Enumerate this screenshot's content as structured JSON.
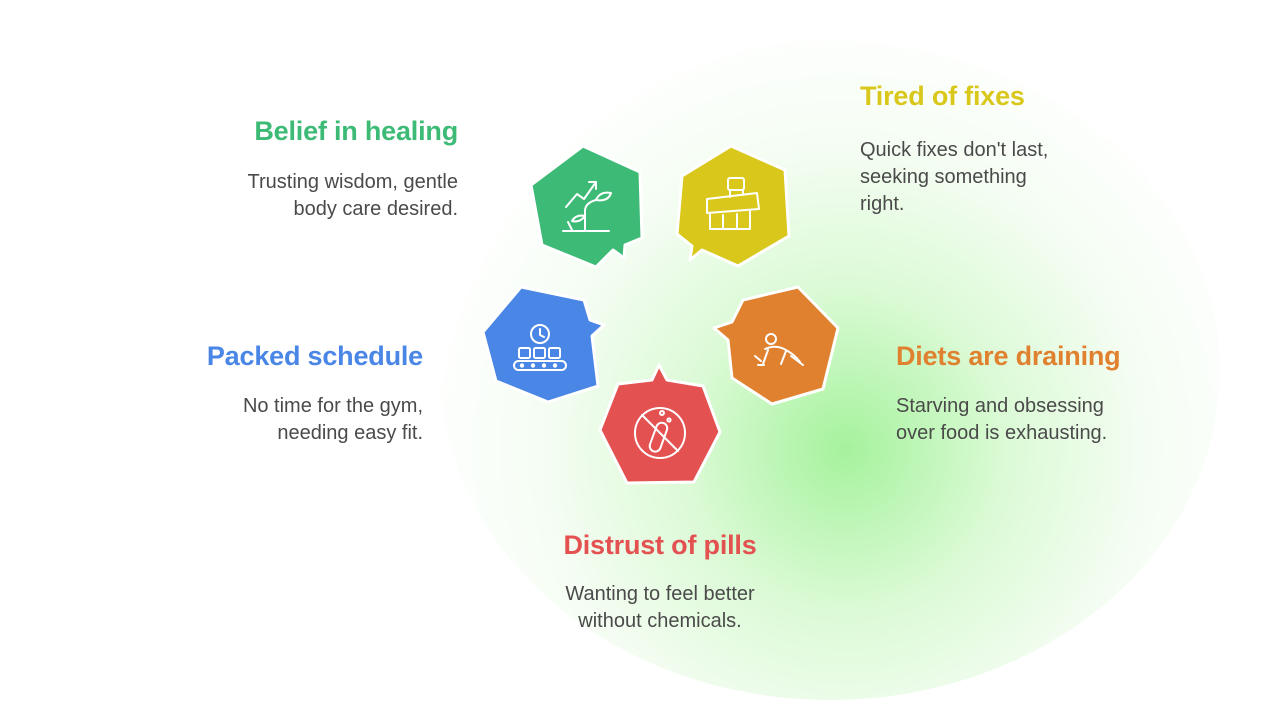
{
  "colors": {
    "green": "#3dbb76",
    "yellow": "#d9c81b",
    "blue": "#4a86e6",
    "orange": "#e0812f",
    "red": "#e35151",
    "text": "#4a4a4a"
  },
  "items": [
    {
      "title": "Belief in healing",
      "line1": "Trusting wisdom, gentle",
      "line2": "body care desired.",
      "icon": "growth-arrow-plant-icon",
      "color": "#3dbb76"
    },
    {
      "title": "Tired of fixes",
      "line1": "Quick fixes don't last,",
      "line2": "seeking something",
      "line3": "right.",
      "icon": "bandaged-arm-icon",
      "color": "#d9c81b"
    },
    {
      "title": "Packed schedule",
      "line1": "No time for the gym,",
      "line2": "needing easy fit.",
      "icon": "clock-conveyor-icon",
      "color": "#4a86e6"
    },
    {
      "title": "Diets are draining",
      "line1": "Starving and obsessing",
      "line2": "over food is exhausting.",
      "icon": "crawling-person-icon",
      "color": "#e0812f"
    },
    {
      "title": "Distrust of pills",
      "line1": "Wanting to feel better",
      "line2": "without chemicals.",
      "icon": "no-pills-icon",
      "color": "#e35151"
    }
  ]
}
